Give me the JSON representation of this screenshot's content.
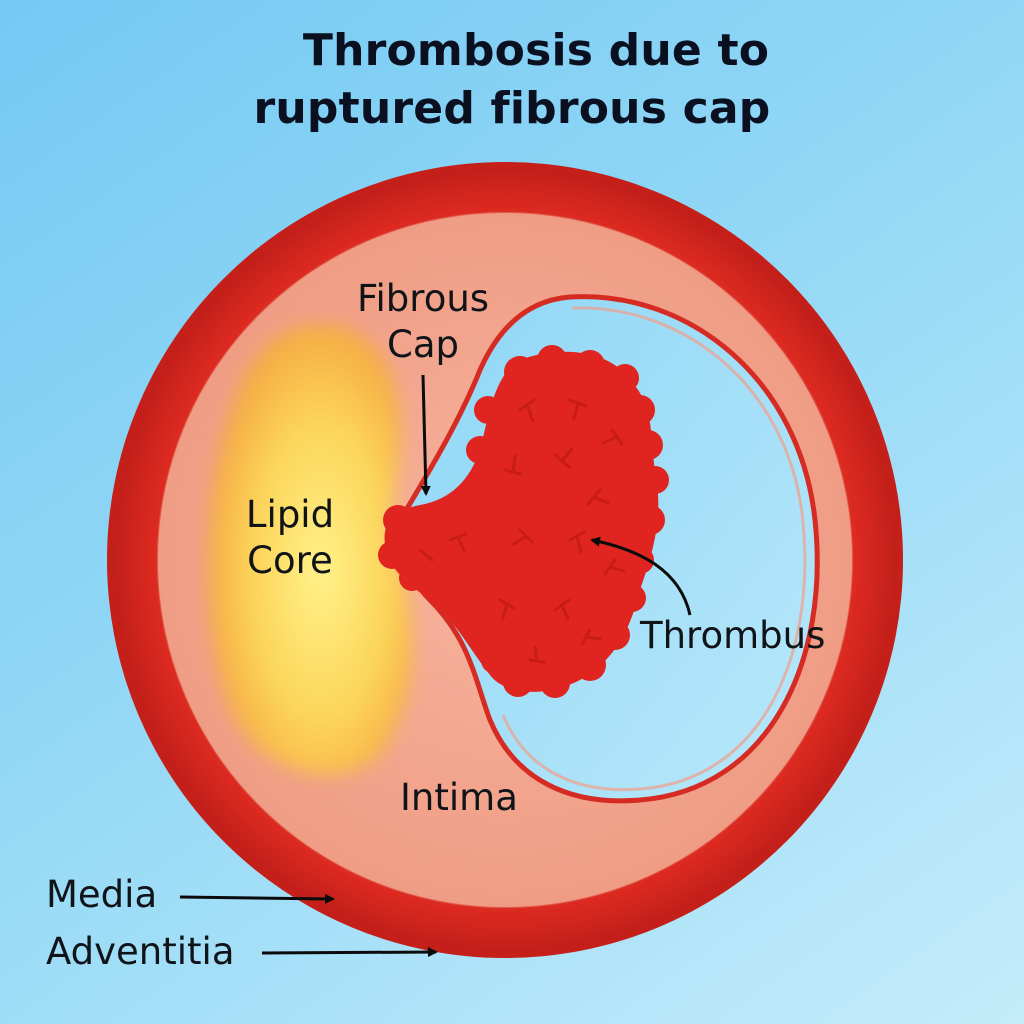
{
  "title": {
    "line1": "Thrombosis due to",
    "line2": "ruptured fibrous cap"
  },
  "labels": {
    "fibrous_cap_line1": "Fibrous",
    "fibrous_cap_line2": "Cap",
    "lipid_core_line1": "Lipid",
    "lipid_core_line2": "Core",
    "thrombus": "Thrombus",
    "intima": "Intima",
    "media": "Media",
    "adventitia": "Adventitia"
  },
  "colors": {
    "background": "#93d8f6",
    "artery_wall": "#dc2a22",
    "intima": "#f3a68e",
    "lipid_core": "#fbd760",
    "thrombus": "#e2241f",
    "lumen": "#a8e0f8",
    "arrow": "#0b0b0b"
  }
}
